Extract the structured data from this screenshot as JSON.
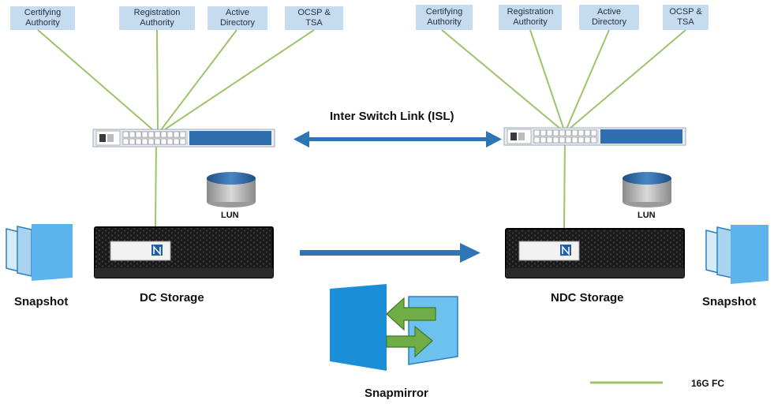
{
  "left_site": {
    "services": [
      "Certifying\nAuthority",
      "Registration\nAuthority",
      "Active\nDirectory",
      "OCSP &\nTSA"
    ],
    "lun_label": "LUN",
    "storage_label": "DC Storage",
    "snapshot_label": "Snapshot"
  },
  "right_site": {
    "services": [
      "Certifying\nAuthority",
      "Registration\nAuthority",
      "Active\nDirectory",
      "OCSP &\nTSA"
    ],
    "lun_label": "LUN",
    "storage_label": "NDC Storage",
    "snapshot_label": "Snapshot"
  },
  "isl_label": "Inter Switch Link (ISL)",
  "snapmirror_label": "Snapmirror",
  "legend": {
    "label": "16G FC",
    "color": "#9cc46a"
  },
  "colors": {
    "box_fill": "#c5dcf0",
    "arrow_blue": "#2e75b6",
    "fc_line": "#9cc46a",
    "mirror_green": "#70ad47",
    "switch_blue": "#2f6fb0"
  }
}
